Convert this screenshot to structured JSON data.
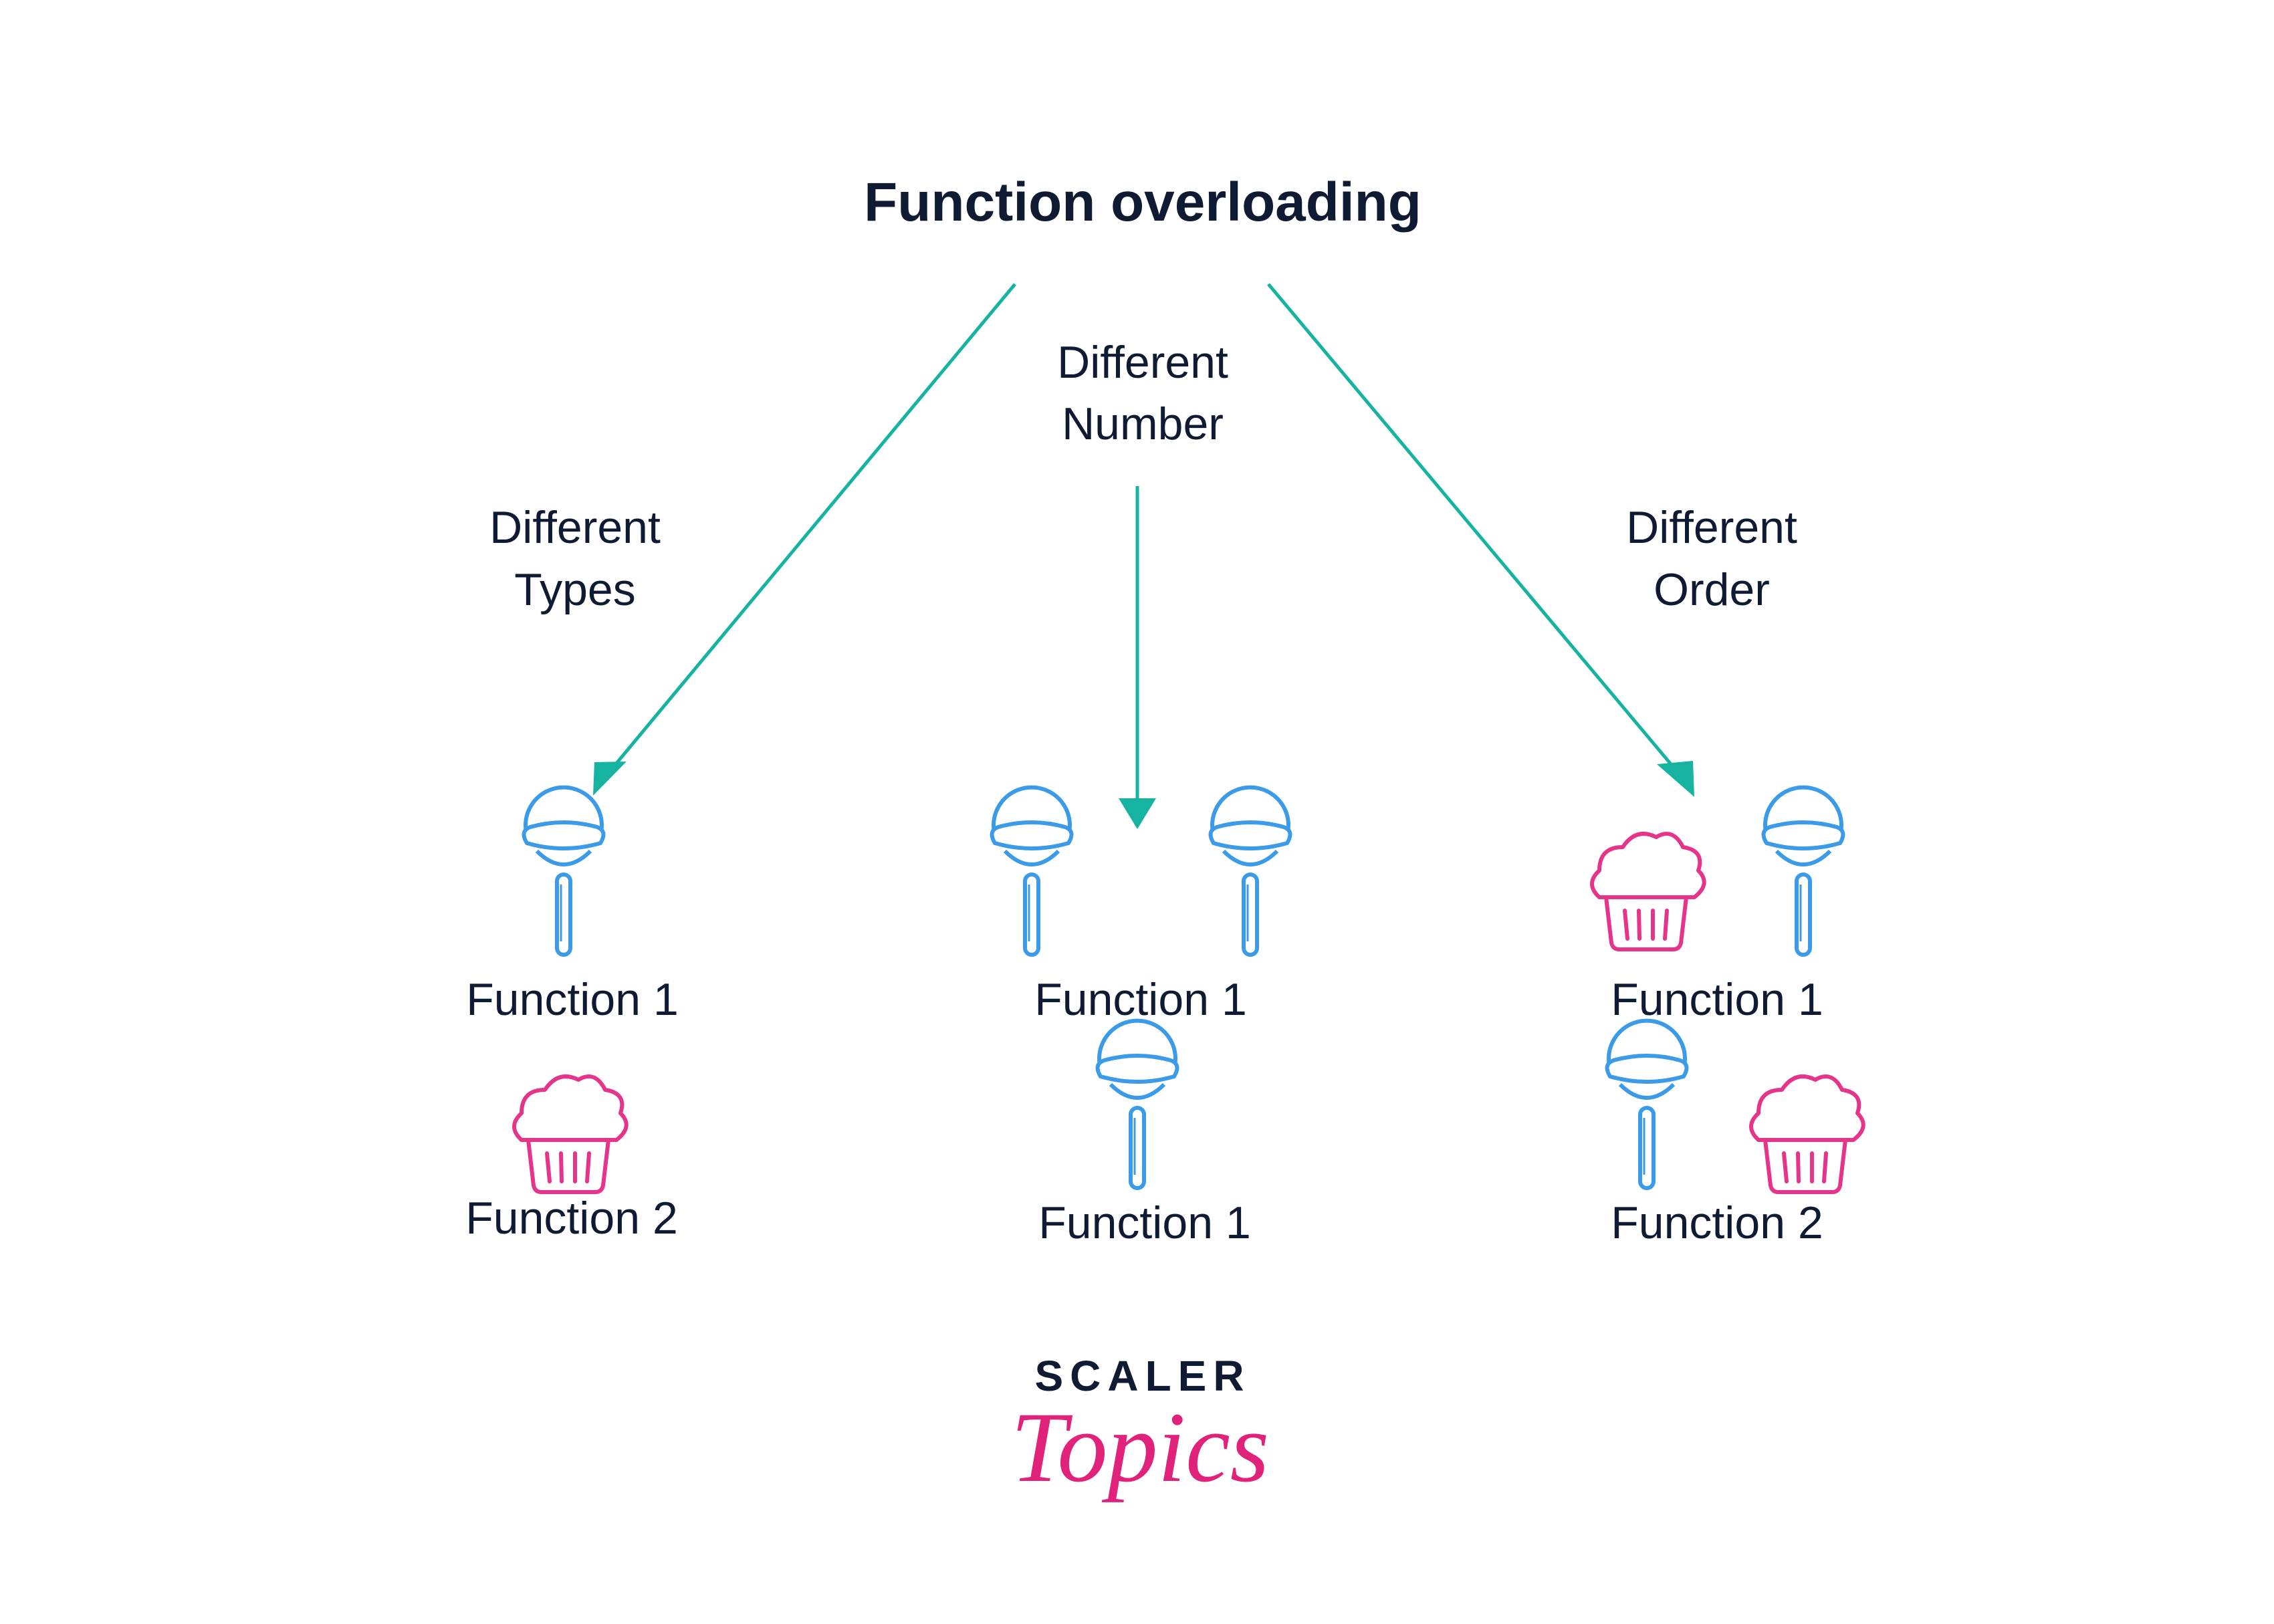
{
  "title": "Function overloading",
  "colors": {
    "text": "#0f1b33",
    "arrow": "#16b3a0",
    "lollipop": "#3b9be8",
    "cupcake": "#e6348a",
    "brand_accent": "#e0227a"
  },
  "branches": {
    "types": {
      "label_line1": "Different",
      "label_line2": "Types",
      "functions": [
        "Function 1",
        "Function 2"
      ],
      "icons": [
        "lollipop-icon",
        "cupcake-icon"
      ]
    },
    "number": {
      "label_line1": "Different",
      "label_line2": "Number",
      "functions": [
        "Function 1",
        "Function 1"
      ],
      "icons": [
        "lollipop-icon",
        "lollipop-icon",
        "lollipop-icon"
      ]
    },
    "order": {
      "label_line1": "Different",
      "label_line2": "Order",
      "functions": [
        "Function 1",
        "Function 2"
      ],
      "icons": [
        "cupcake-icon",
        "lollipop-icon",
        "lollipop-icon",
        "cupcake-icon"
      ]
    }
  },
  "brand": {
    "line1": "SCALER",
    "line2": "Topics"
  }
}
